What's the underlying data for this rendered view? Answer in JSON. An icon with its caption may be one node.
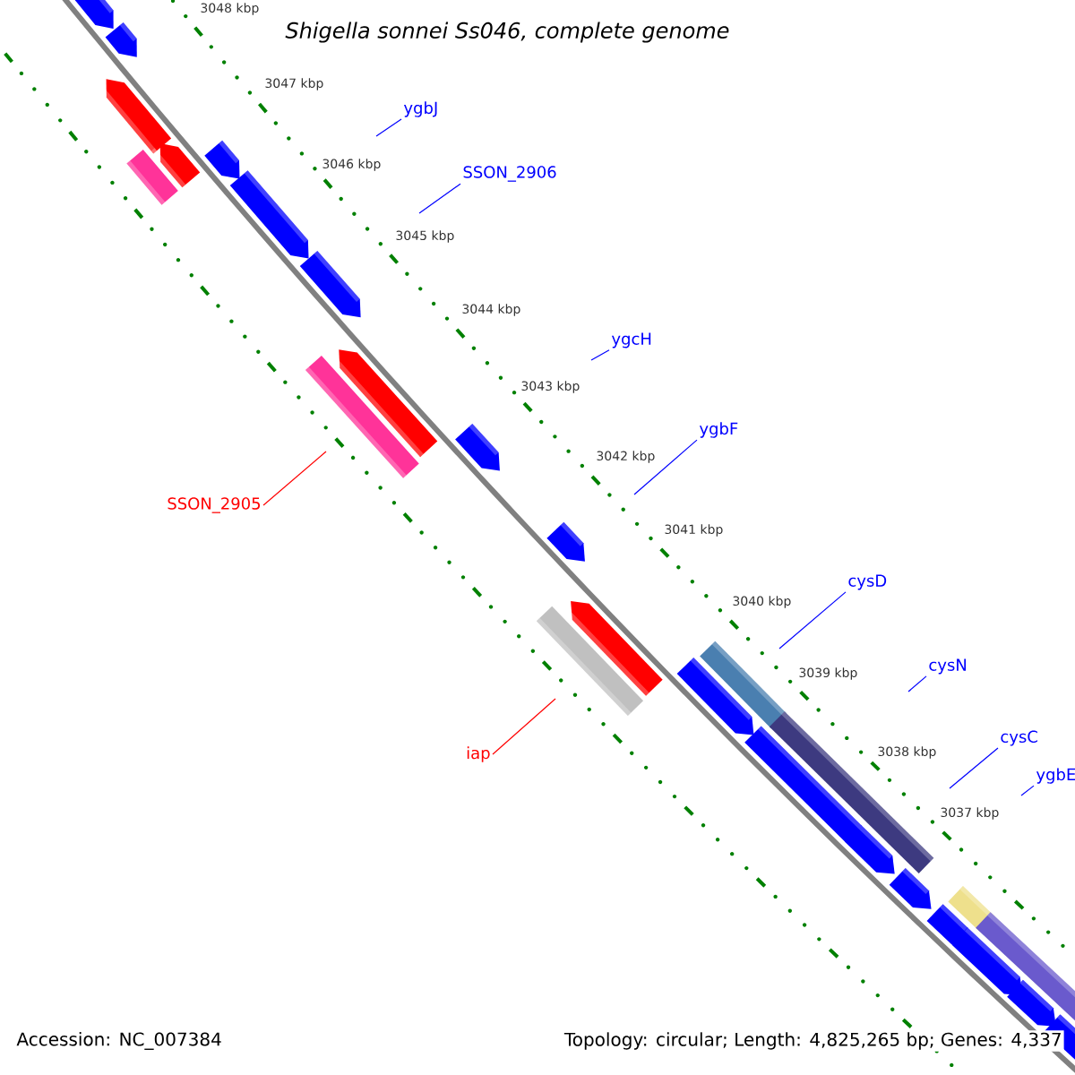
{
  "diagram": {
    "title": "Shigella sonnei Ss046, complete genome",
    "nodes": [
      {
        "text": [
          "ygbJ"
        ]
      },
      {
        "text": [
          "SSON_2906"
        ]
      },
      {
        "text": [
          "ygcH"
        ]
      },
      {
        "text": [
          "ygbF"
        ]
      },
      {
        "text": [
          "SSON_2905"
        ]
      },
      {
        "text": [
          "cysD"
        ]
      },
      {
        "text": [
          "cysN"
        ]
      },
      {
        "text": [
          "cysC"
        ]
      },
      {
        "text": [
          "iap"
        ]
      },
      {
        "text": [
          "ygbE"
        ]
      }
    ],
    "edges": [
      {
        "from": 0,
        "to": null,
        "arrow": "none"
      },
      {
        "from": 1,
        "to": null,
        "arrow": "none"
      },
      {
        "from": 2,
        "to": null,
        "arrow": "none"
      },
      {
        "from": 3,
        "to": null,
        "arrow": "none"
      },
      {
        "from": 4,
        "to": null,
        "arrow": "none",
        "color": "#ff0000"
      },
      {
        "from": 5,
        "to": null,
        "arrow": "none"
      },
      {
        "from": 6,
        "to": null,
        "arrow": "none"
      },
      {
        "from": 7,
        "to": null,
        "arrow": "none"
      },
      {
        "from": 8,
        "to": null,
        "arrow": "none",
        "color": "#ff0000"
      },
      {
        "from": 9,
        "to": null,
        "arrow": "none"
      }
    ],
    "labels": [
      "3048 kbp",
      "3047 kbp",
      "3046 kbp",
      "3045 kbp",
      "3044 kbp",
      "3043 kbp",
      "3042 kbp",
      "3041 kbp",
      "3040 kbp",
      "3039 kbp",
      "3038 kbp",
      "3037 kbp",
      "Accession: NC_007384",
      "Topology: circular; Length: 4,825,265 bp; Genes: 4,337"
    ]
  }
}
